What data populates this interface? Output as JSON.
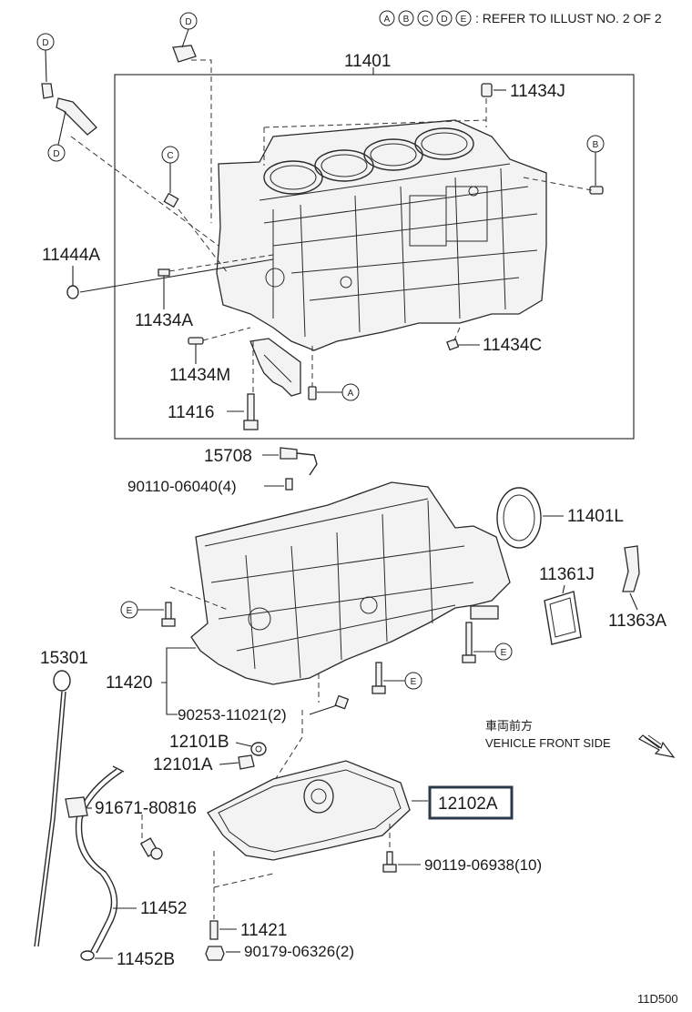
{
  "refer_note": {
    "circles": [
      "A",
      "B",
      "C",
      "D",
      "E"
    ],
    "text": ": REFER TO ILLUST NO. 2 OF 2"
  },
  "parts": {
    "p11401": "11401",
    "p11434J": "11434J",
    "p11444A": "11444A",
    "p11434A": "11434A",
    "p11434C": "11434C",
    "p11434M": "11434M",
    "p11416": "11416",
    "p15708": "15708",
    "p90110": "90110-06040(4)",
    "p11401L": "11401L",
    "p11361J": "11361J",
    "p11363A": "11363A",
    "p15301": "15301",
    "p11420": "11420",
    "p90253": "90253-11021(2)",
    "p12101B": "12101B",
    "p12101A": "12101A",
    "p12102A": "12102A",
    "p91671": "91671-80816",
    "p90119": "90119-06938(10)",
    "p11452": "11452",
    "p11421": "11421",
    "p90179": "90179-06326(2)",
    "p11452B": "11452B"
  },
  "callouts": {
    "d_top": "D",
    "d_left": "D",
    "d_lower": "D",
    "c_mid": "C",
    "b_right": "B",
    "a_bottom": "A",
    "e_left": "E",
    "e_right": "E",
    "e_mid": "E"
  },
  "direction": {
    "jp": "車両前方",
    "en": "VEHICLE FRONT SIDE"
  },
  "diagram_id": "11D500",
  "highlight_color": "#2b3a4a"
}
